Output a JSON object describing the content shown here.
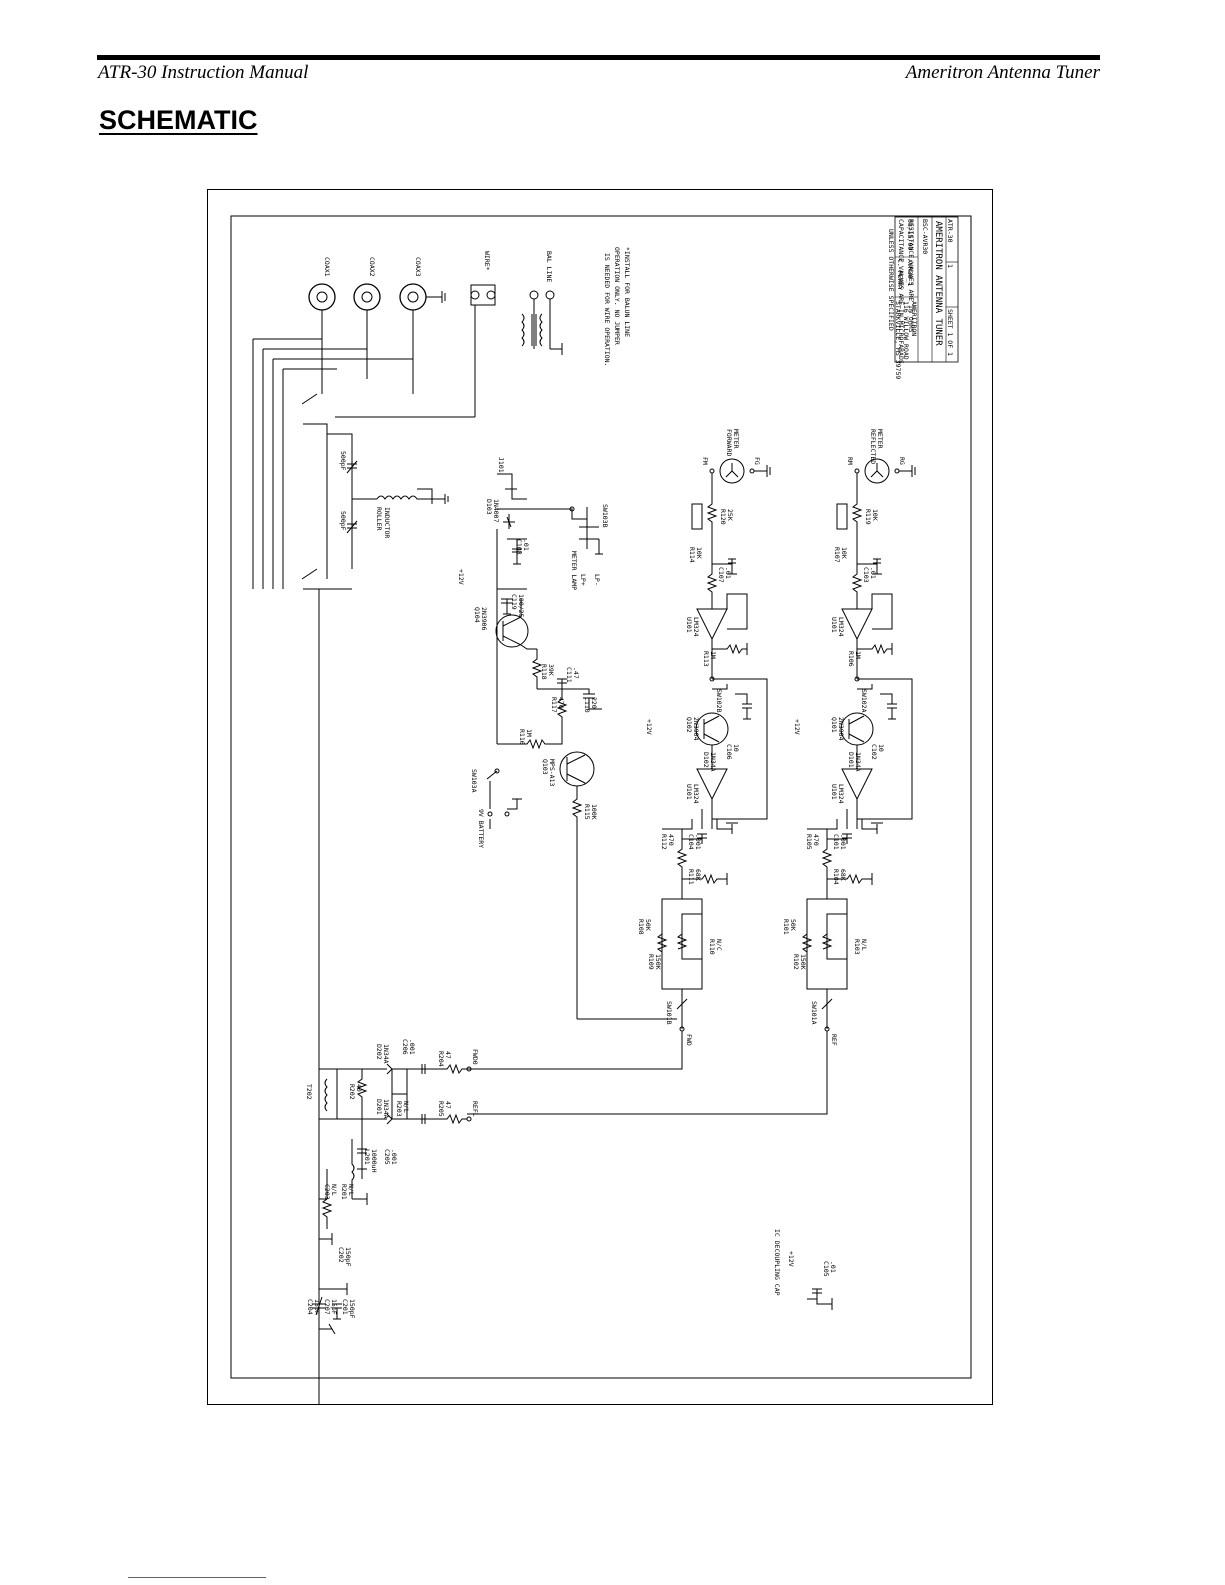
{
  "header": {
    "left": "ATR-30 Instruction Manual",
    "right": "Ameritron Antenna Tuner"
  },
  "section_title": "SCHEMATIC",
  "title_block": {
    "notes_line1": "RESISTANCE VALUES ARE IN OHMS",
    "notes_line2": "CAPACITANCE VALUES ARE IN MICROFARADS",
    "notes_line3": "UNLESS OTHERWISE SPECIFIED",
    "company_title": "AMERITRON ANTENNA TUNER",
    "part_no": "ATR-30",
    "revision": "1",
    "drawing_no": "BSC-AVR30",
    "sheet": "SHEET 1 OF 1",
    "date": "03/15/99",
    "file_name": "AVR30_1",
    "drawn_by": "C. PERRY",
    "company": "AMERITRON",
    "address1": "116 WILLOW ROAD",
    "address2": "STARKVILLE, MS 39759"
  },
  "schematic_labels": {
    "coax1": "COAX1",
    "coax2": "COAX2",
    "coax3": "COAX3",
    "wire": "WIRE*",
    "bal_line": "BAL LINE",
    "note1": "*INSTALL FOR BALUN LINE",
    "note2": "OPERATION ONLY. NO JUMPER",
    "note3": "IS NEEDED FOR WIRE OPERATION.",
    "cap_500a": "500pF",
    "cap_500b": "500pF",
    "roller": "ROLLER",
    "inductor": "INDUCTOR",
    "j101": "J101",
    "d103": "D103",
    "d103_val": "1N4007",
    "sw103b": "SW103B",
    "meter_lamp": "METER LAMP",
    "lp_plus": "LP+",
    "lp_minus": "LP-",
    "plus12v_a": "+12V",
    "c108": "C108",
    "c108_val": ".01",
    "c119": "C119",
    "c119_val": "100/25",
    "q104": "Q104",
    "q104_val": "2N3906",
    "r118": "R118",
    "r118_val": "39K",
    "c111": "C111",
    "c111_val": ".47",
    "r117": "R117",
    "r117_val": "470",
    "c110": "C110",
    "c110_val": "220",
    "r116": "R116",
    "r116_val": "1M",
    "q103": "Q103",
    "q103_val": "MPS-A13",
    "r115": "R115",
    "r115_val": "100K",
    "sw103a": "SW103A",
    "battery": "9V BATTERY",
    "fwd_meter": "FORWARD",
    "fwd_meter2": "METER",
    "fm": "FM",
    "fg": "FG",
    "ref_meter": "REFLECTED",
    "ref_meter2": "METER",
    "rm": "RM",
    "rg": "RG",
    "r120": "R120",
    "r120_val": "25K",
    "r114": "R114",
    "r114_val": "10K",
    "c107": "C107",
    "c107_val": ".01",
    "r119": "R119",
    "r119_val": "10K",
    "r107": "R107",
    "r107_val": "10K",
    "c103": "C103",
    "c103_val": ".01",
    "u101_a": "U101",
    "u101_a_val": "LM324",
    "u101_b": "U101",
    "u101_b_val": "LM324",
    "u101_c": "U101",
    "u101_c_val": "LM324",
    "u101_d": "U101",
    "u101_d_val": "LM324",
    "r113": "R113",
    "r113_val": "1M",
    "r106": "R106",
    "r106_val": "1M",
    "q102": "Q102",
    "q102_val": "2N3904",
    "q101": "Q101",
    "q101_val": "2N3904",
    "plus12v_b": "+12V",
    "plus12v_c": "+12V",
    "sw102b": "SW102B",
    "sw102a": "SW102A",
    "c106": "C106",
    "c106_val": "10",
    "c102": "C102",
    "c102_val": "10",
    "d102": "D102",
    "d102_val": "1N34A",
    "d101": "D101",
    "d101_val": "1N34A",
    "r112": "R112",
    "r112_val": "470",
    "c104": "C104",
    "c104_val": ".001",
    "r111": "R111",
    "r111_val": "68K",
    "r105": "R105",
    "r105_val": "470",
    "c101": "C101",
    "c101_val": ".001",
    "r104": "R104",
    "r104_val": "68K",
    "r108": "R108",
    "r108_val": "50K",
    "r109": "R109",
    "r109_val": "150K",
    "r110": "R110",
    "r110_val": "N/C",
    "r101": "R101",
    "r101_val": "50K",
    "r102": "R102",
    "r102_val": "150K",
    "r103": "R103",
    "r103_val": "N/L",
    "sw101b": "SW101B",
    "sw101a": "SW101A",
    "fwd": "FWD",
    "ref": "REF",
    "t202": "T202",
    "r202": "R202",
    "r202_val": "40",
    "d202": "D202",
    "d202_val": "1N34A",
    "c206": "C206",
    "c206_val": ".001",
    "d201": "D201",
    "d201_val": "1N34A",
    "r203": "R203",
    "r203_val": "N/L",
    "r204": "R204",
    "r204_val": "47",
    "fwd0": "FWD0",
    "r205": "R205",
    "r205_val": "47",
    "refl": "REFL",
    "c205": "C205",
    "c205_val": ".001",
    "l201": "L201",
    "l201_val": "1000uH",
    "r201": "R201",
    "r201_val": "N/L",
    "c203": "C203",
    "c203_val": "N/L",
    "c202": "C202",
    "c202_val": "150pF",
    "c204": "C204",
    "c204_val": "15pF",
    "c207": "C207",
    "c207_val": "15pF",
    "c201": "C201",
    "c201_val": "150pF",
    "ic_decoupling": "IC DECOUPLING CAP",
    "plus12v_d": "+12V",
    "c105": "C105",
    "c105_val": ".01"
  }
}
